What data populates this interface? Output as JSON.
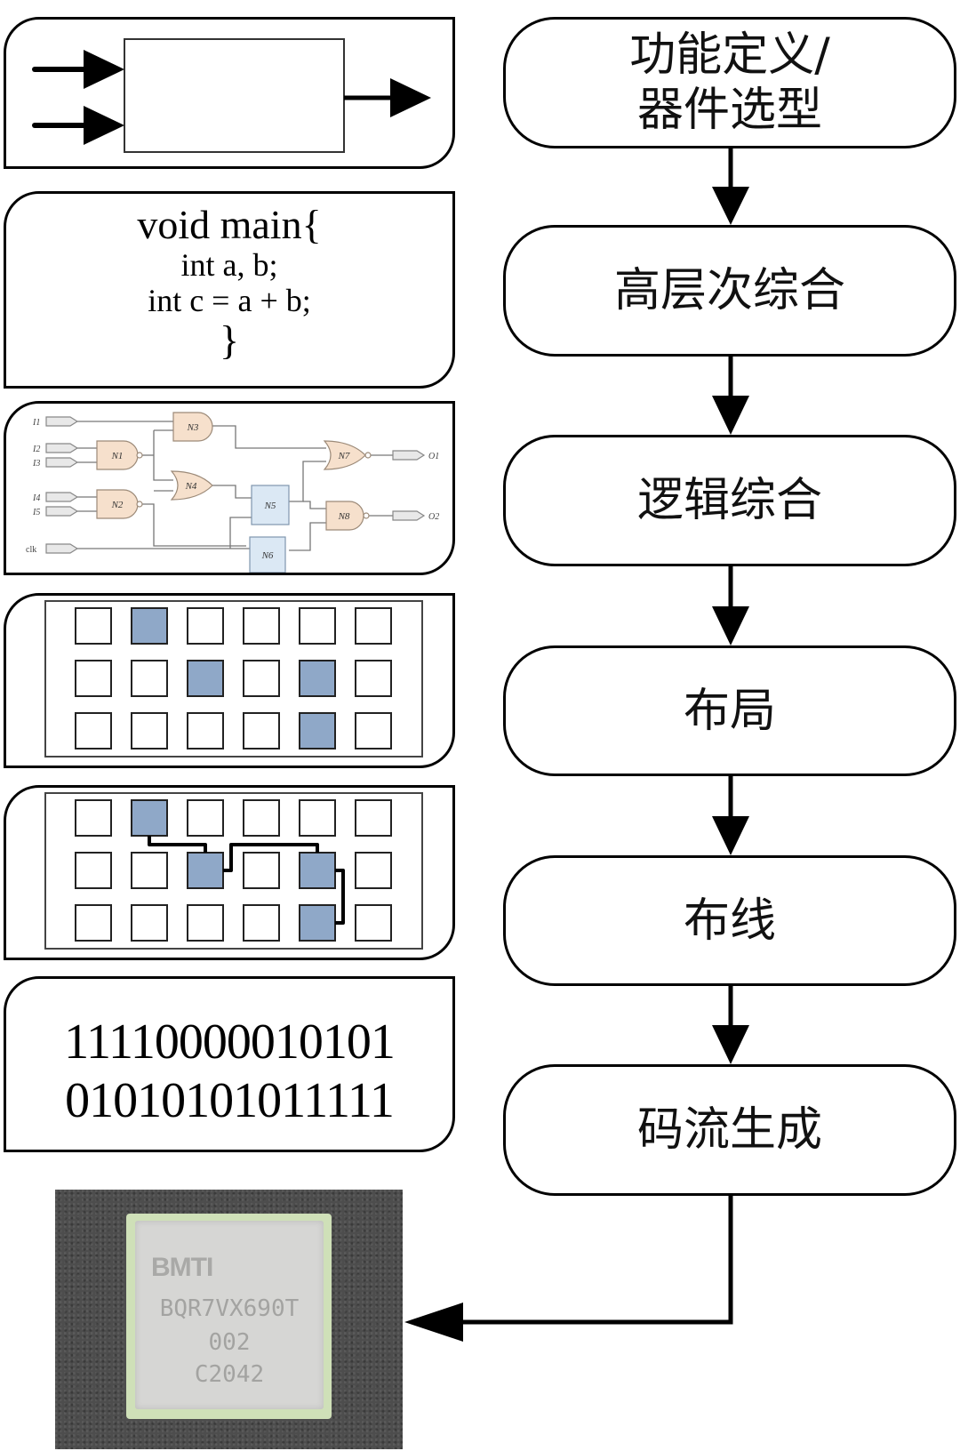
{
  "flow_steps": [
    {
      "label_line1": "功能定义/",
      "label_line2": "器件选型"
    },
    {
      "label_line1": "高层次综合"
    },
    {
      "label_line1": "逻辑综合"
    },
    {
      "label_line1": "布局"
    },
    {
      "label_line1": "布线"
    },
    {
      "label_line1": "码流生成"
    }
  ],
  "code_panel": {
    "line1": "void main{",
    "line2": "int a, b;",
    "line3": "int c = a + b;",
    "line4": "}"
  },
  "netlist_panel": {
    "inputs": [
      "I1",
      "I2",
      "I3",
      "I4",
      "I5",
      "clk"
    ],
    "outputs": [
      "O1",
      "O2"
    ],
    "gates": [
      {
        "name": "N1",
        "type": "NAND"
      },
      {
        "name": "N2",
        "type": "NAND"
      },
      {
        "name": "N3",
        "type": "AND"
      },
      {
        "name": "N4",
        "type": "OR"
      },
      {
        "name": "N5",
        "type": "FF"
      },
      {
        "name": "N6",
        "type": "FF"
      },
      {
        "name": "N7",
        "type": "NOR"
      },
      {
        "name": "N8",
        "type": "NAND"
      }
    ]
  },
  "placement_grid": {
    "rows": 3,
    "cols": 6,
    "occupied": [
      [
        0,
        1
      ],
      [
        1,
        2
      ],
      [
        1,
        4
      ],
      [
        2,
        4
      ]
    ]
  },
  "bitstream_panel": {
    "line1": "11110000010101",
    "line2": "01010101011111"
  },
  "chip": {
    "brand": "BMTI",
    "model": "BQR7VX690T",
    "line2": "002",
    "line3": "C2042"
  },
  "colors": {
    "cell_filled": "#8fa8c8",
    "gate_fill": "#f6e0cc",
    "ff_fill": "#dbe8f4",
    "pcb_green": "#cfe0b8"
  }
}
